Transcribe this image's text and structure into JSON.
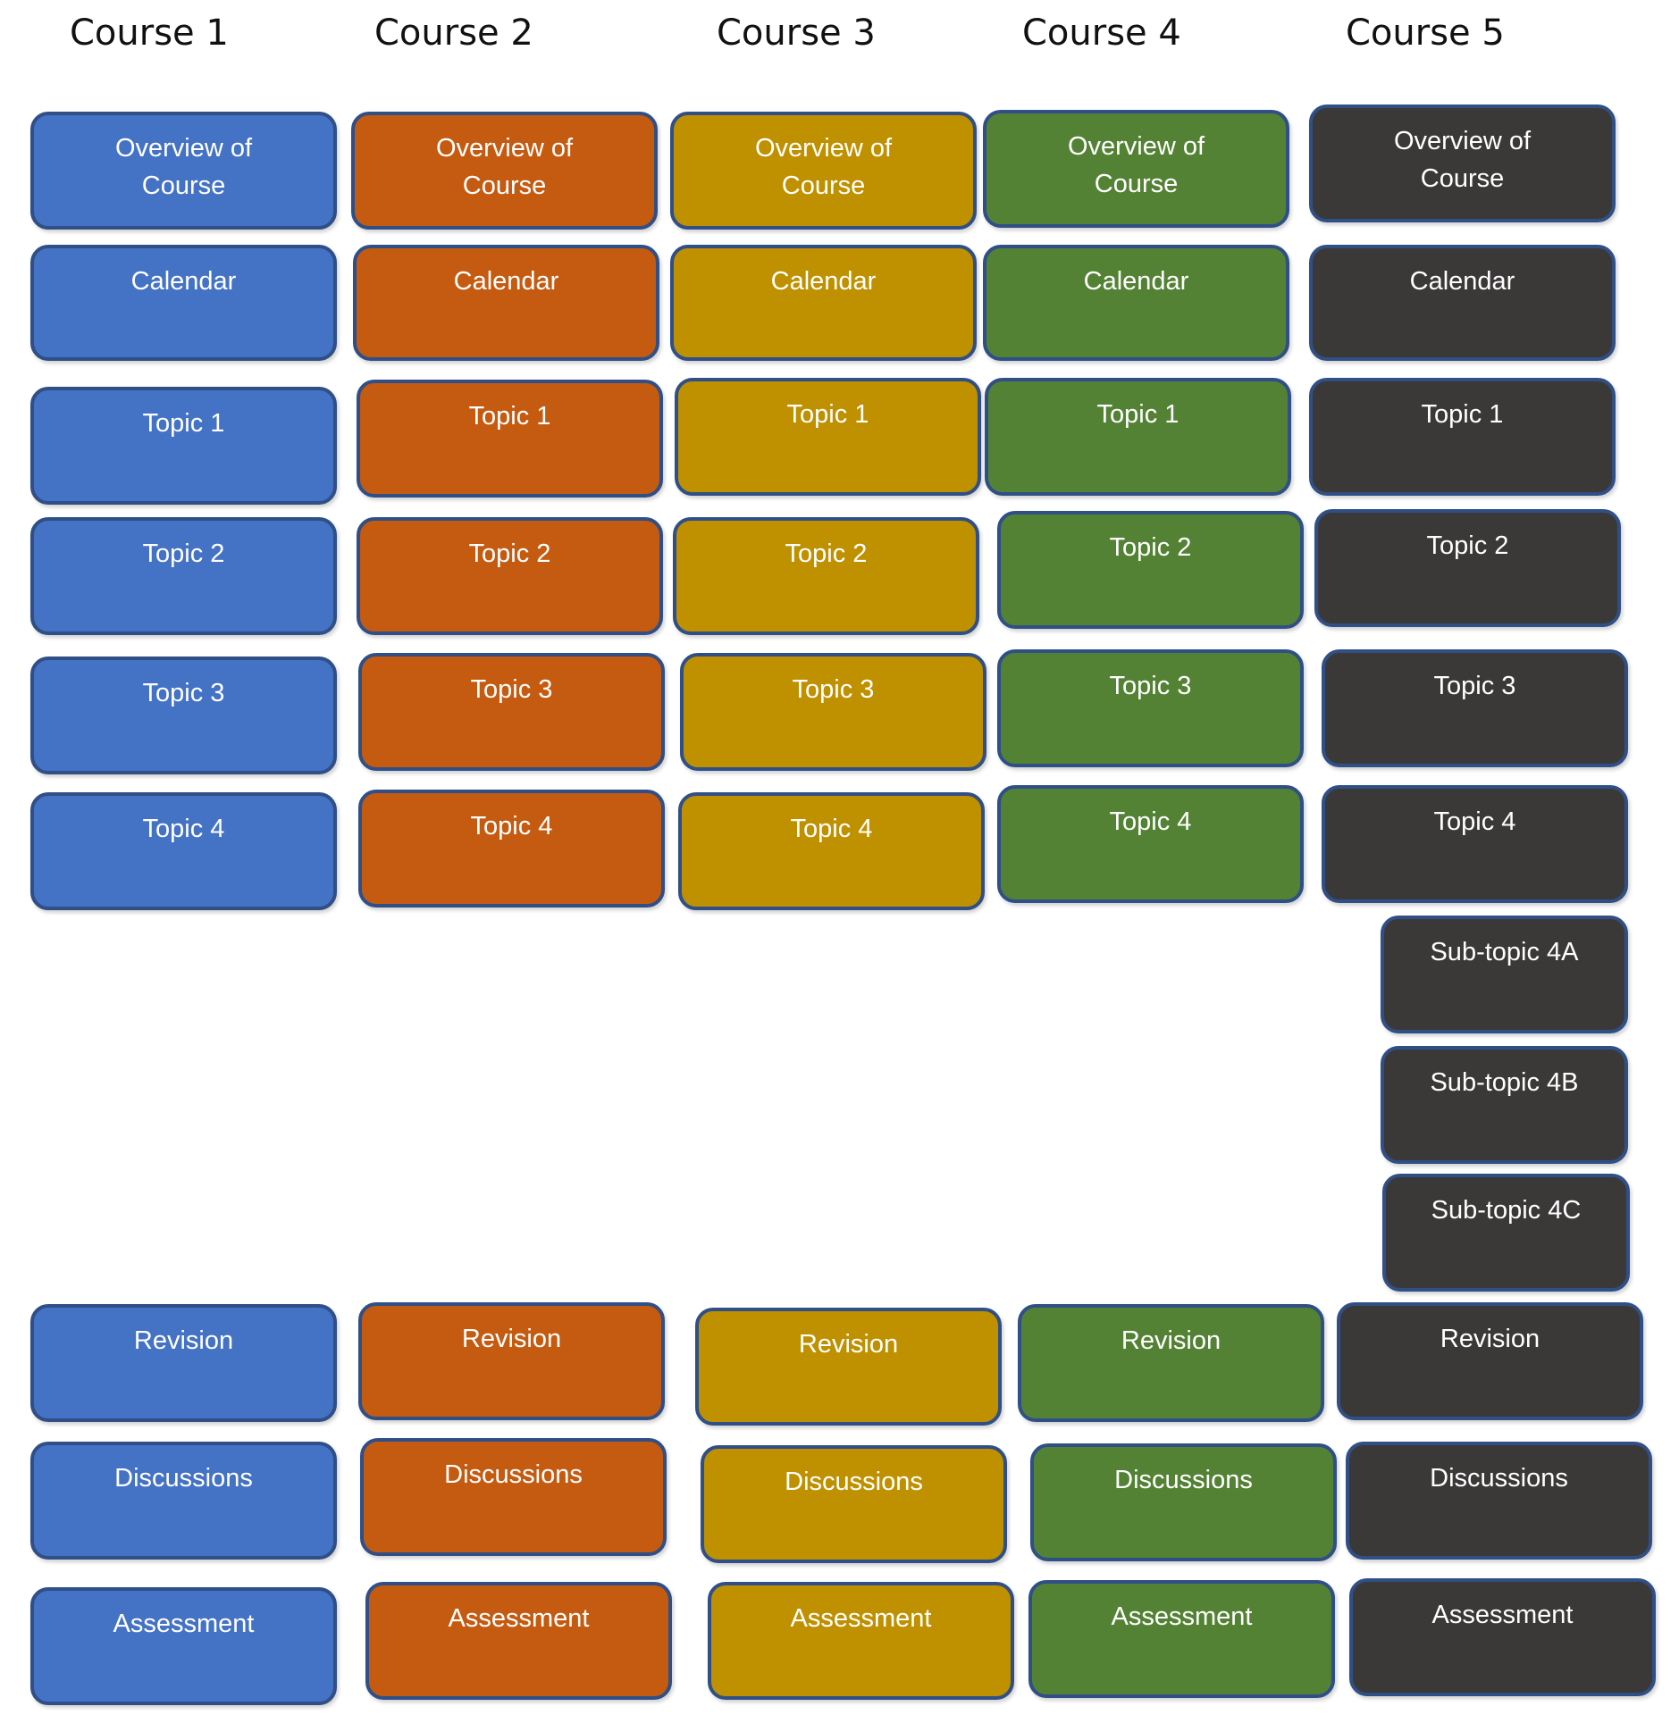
{
  "courses": [
    {
      "header": "Course 1",
      "color": "#4472c4",
      "items": [
        "Overview of Course",
        "Calendar",
        "Topic 1",
        "Topic 2",
        "Topic 3",
        "Topic 4",
        "Revision",
        "Discussions",
        "Assessment"
      ]
    },
    {
      "header": "Course 2",
      "color": "#c55a11",
      "items": [
        "Overview of Course",
        "Calendar",
        "Topic 1",
        "Topic 2",
        "Topic 3",
        "Topic 4",
        "Revision",
        "Discussions",
        "Assessment"
      ]
    },
    {
      "header": "Course 3",
      "color": "#bf9000",
      "items": [
        "Overview of Course",
        "Calendar",
        "Topic 1",
        "Topic 2",
        "Topic 3",
        "Topic 4",
        "Revision",
        "Discussions",
        "Assessment"
      ]
    },
    {
      "header": "Course 4",
      "color": "#548235",
      "items": [
        "Overview of Course",
        "Calendar",
        "Topic 1",
        "Topic 2",
        "Topic 3",
        "Topic 4",
        "Revision",
        "Discussions",
        "Assessment"
      ]
    },
    {
      "header": "Course 5",
      "color": "#3b3838",
      "items": [
        "Overview of Course",
        "Calendar",
        "Topic 1",
        "Topic 2",
        "Topic 3",
        "Topic 4",
        "Sub-topic 4A",
        "Sub-topic 4B",
        "Sub-topic 4C",
        "Revision",
        "Discussions",
        "Assessment"
      ]
    }
  ]
}
